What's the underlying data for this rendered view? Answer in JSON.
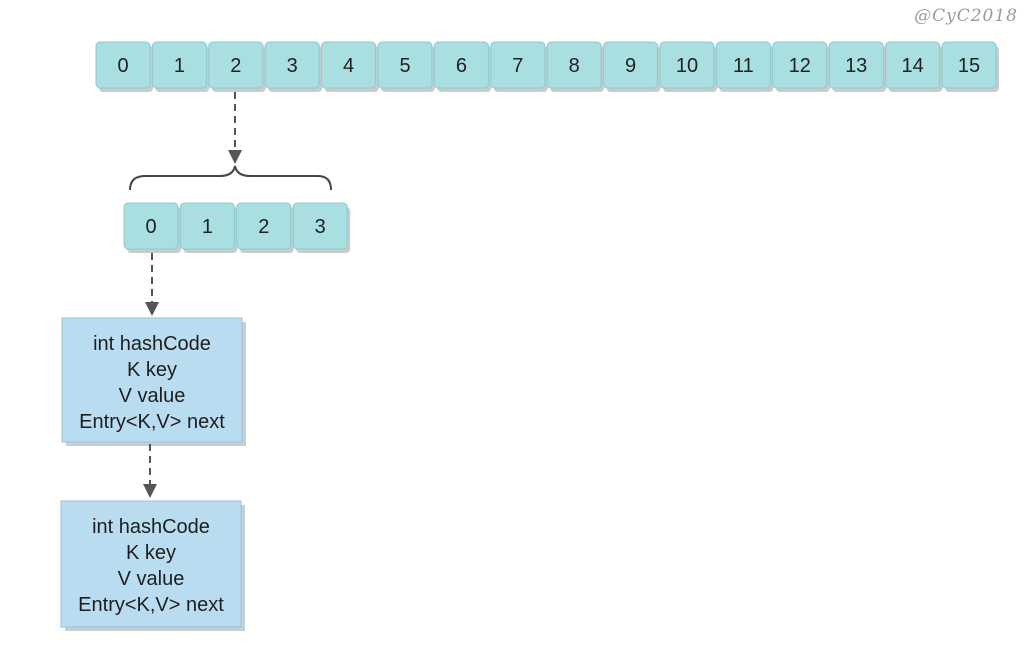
{
  "watermark": "@CyC2018",
  "segments": [
    "0",
    "1",
    "2",
    "3",
    "4",
    "5",
    "6",
    "7",
    "8",
    "9",
    "10",
    "11",
    "12",
    "13",
    "14",
    "15"
  ],
  "segment_index_expanded": 2,
  "table": [
    "0",
    "1",
    "2",
    "3"
  ],
  "table_index_expanded": 0,
  "entries": [
    {
      "lines": [
        "int hashCode",
        "K key",
        "V value",
        "Entry<K,V> next"
      ]
    },
    {
      "lines": [
        "int hashCode",
        "K key",
        "V value",
        "Entry<K,V> next"
      ]
    }
  ],
  "colors": {
    "cell_fill": "#a9dfe0",
    "entry_fill": "#b9dcf0",
    "arrow": "#555555"
  }
}
